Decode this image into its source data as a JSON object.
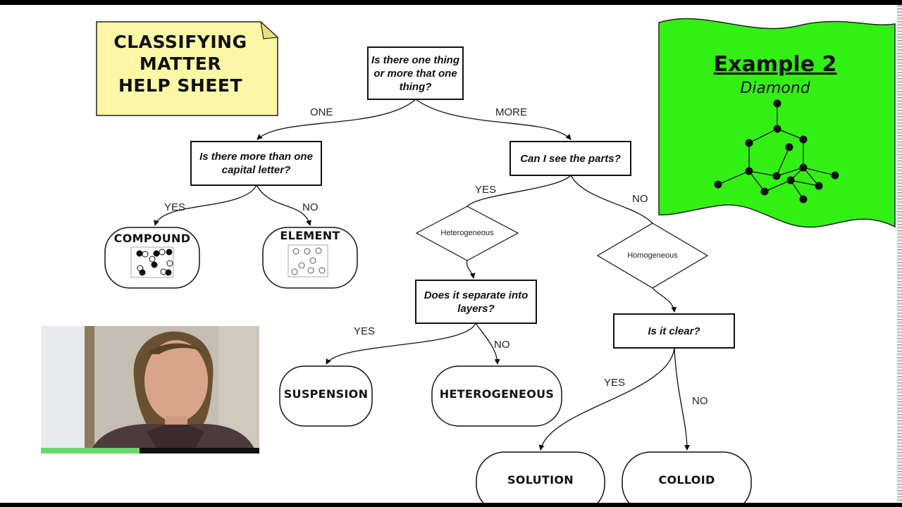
{
  "help_sheet": {
    "title": "CLASSIFYING\nMATTER\nHELP SHEET"
  },
  "example": {
    "title": "Example 2",
    "subtitle": "Diamond"
  },
  "flowchart": {
    "q_one_or_more": "Is there one thing or more that one thing?",
    "branch_one": "ONE",
    "branch_more": "MORE",
    "q_capital_letter": "Is there more than one capital letter?",
    "q_see_parts": "Can I see the parts?",
    "capital_yes": "YES",
    "capital_no": "NO",
    "parts_yes": "YES",
    "parts_no": "NO",
    "compound": "COMPOUND",
    "element": "ELEMENT",
    "heterogeneous_diamond": "Heterogeneous",
    "homogeneous_diamond": "Homogeneous",
    "q_separate_layers": "Does it separate into layers?",
    "q_is_clear": "Is it clear?",
    "layers_yes": "YES",
    "layers_no": "NO",
    "clear_yes": "YES",
    "clear_no": "NO",
    "suspension": "SUSPENSION",
    "heterogeneous_outcome": "HETEROGENEOUS",
    "solution": "SOLUTION",
    "colloid": "COLLOID"
  },
  "webcam": {
    "progress": 0.45
  },
  "colors": {
    "note_fill": "#fcf7a6",
    "example_fill": "#33f014",
    "progress": "#67d86a"
  }
}
